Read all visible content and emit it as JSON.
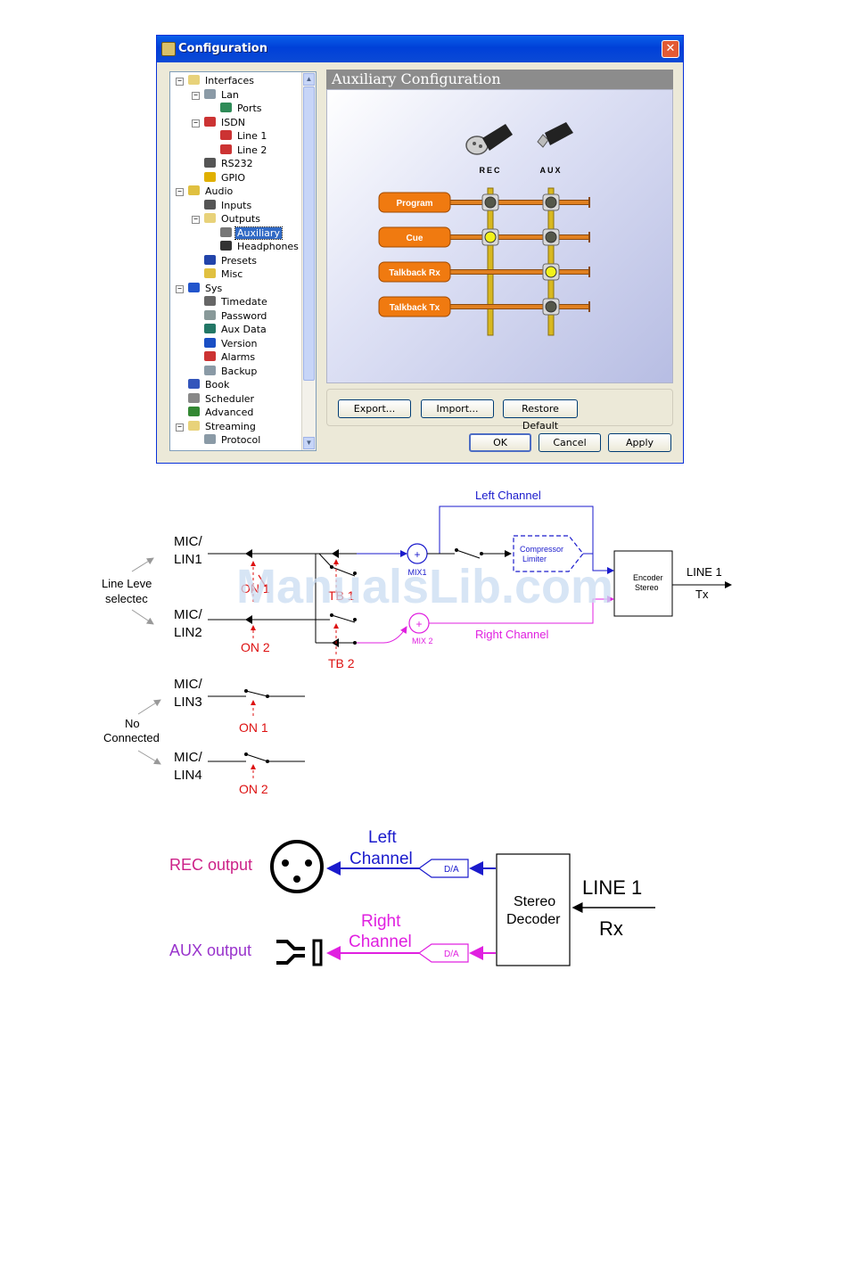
{
  "window": {
    "title": "Configuration",
    "close_label": "✕",
    "panel_title": "Auxiliary Configuration",
    "tree": [
      {
        "label": "Interfaces",
        "level": 0,
        "icon": "folder-icon",
        "color": "#e8d27a",
        "expander": "−"
      },
      {
        "label": "Lan",
        "level": 1,
        "icon": "network-icon",
        "color": "#8a9aa6",
        "expander": "−"
      },
      {
        "label": "Ports",
        "level": 2,
        "icon": "globe-icon",
        "color": "#2e8b57",
        "expander": ""
      },
      {
        "label": "ISDN",
        "level": 1,
        "icon": "isdn-icon",
        "color": "#cc3333",
        "expander": "−"
      },
      {
        "label": "Line 1",
        "level": 2,
        "icon": "line-icon",
        "color": "#cc3333",
        "expander": ""
      },
      {
        "label": "Line 2",
        "level": 2,
        "icon": "line-icon",
        "color": "#cc3333",
        "expander": ""
      },
      {
        "label": "RS232",
        "level": 1,
        "icon": "serial-icon",
        "color": "#555555",
        "expander": ""
      },
      {
        "label": "GPIO",
        "level": 1,
        "icon": "gpio-icon",
        "color": "#e0b000",
        "expander": ""
      },
      {
        "label": "Audio",
        "level": 0,
        "icon": "speaker-icon",
        "color": "#e0c040",
        "expander": "−"
      },
      {
        "label": "Inputs",
        "level": 1,
        "icon": "mic-icon",
        "color": "#555555",
        "expander": ""
      },
      {
        "label": "Outputs",
        "level": 1,
        "icon": "folder-icon",
        "color": "#e8d27a",
        "expander": "−"
      },
      {
        "label": "Auxiliary",
        "level": 2,
        "icon": "speaker-small-icon",
        "color": "#777777",
        "expander": "",
        "selected": true
      },
      {
        "label": "Headphones",
        "level": 2,
        "icon": "headphones-icon",
        "color": "#333333",
        "expander": ""
      },
      {
        "label": "Presets",
        "level": 1,
        "icon": "music-note-icon",
        "color": "#2244aa",
        "expander": ""
      },
      {
        "label": "Misc",
        "level": 1,
        "icon": "speaker-icon",
        "color": "#e0c040",
        "expander": ""
      },
      {
        "label": "Sys",
        "level": 0,
        "icon": "monitor-icon",
        "color": "#2255cc",
        "expander": "−"
      },
      {
        "label": "Timedate",
        "level": 1,
        "icon": "clock-icon",
        "color": "#666666",
        "expander": ""
      },
      {
        "label": "Password",
        "level": 1,
        "icon": "keys-icon",
        "color": "#889999",
        "expander": ""
      },
      {
        "label": "Aux Data",
        "level": 1,
        "icon": "data-icon",
        "color": "#227766",
        "expander": ""
      },
      {
        "label": "Version",
        "level": 1,
        "icon": "help-icon",
        "color": "#1a4fc4",
        "expander": ""
      },
      {
        "label": "Alarms",
        "level": 1,
        "icon": "alarm-icon",
        "color": "#cc3333",
        "expander": ""
      },
      {
        "label": "Backup",
        "level": 1,
        "icon": "network-icon",
        "color": "#8a9aa6",
        "expander": ""
      },
      {
        "label": "Book",
        "level": 0,
        "icon": "book-icon",
        "color": "#3355bb",
        "expander": ""
      },
      {
        "label": "Scheduler",
        "level": 0,
        "icon": "scheduler-icon",
        "color": "#888888",
        "expander": ""
      },
      {
        "label": "Advanced",
        "level": 0,
        "icon": "advanced-icon",
        "color": "#338833",
        "expander": ""
      },
      {
        "label": "Streaming",
        "level": 0,
        "icon": "folder-icon",
        "color": "#e8d27a",
        "expander": "−"
      },
      {
        "label": "Protocol",
        "level": 1,
        "icon": "network-icon",
        "color": "#8a9aa6",
        "expander": ""
      }
    ],
    "aux": {
      "rec_label": "REC",
      "aux_label": "AUX",
      "rows": [
        "Program",
        "Cue",
        "Talkback Rx",
        "Talkback Tx"
      ],
      "rec_states": [
        "off",
        "on",
        "none",
        "none"
      ],
      "aux_states": [
        "off",
        "off",
        "on",
        "off"
      ]
    },
    "buttons": {
      "export": "Export...",
      "import": "Import...",
      "restore": "Restore Default",
      "ok": "OK",
      "cancel": "Cancel",
      "apply": "Apply"
    }
  },
  "diagram1": {
    "left_channel": "Left Channel",
    "right_channel": "Right Channel",
    "mic1a": "MIC/",
    "mic1b": "LIN1",
    "mic2a": "MIC/",
    "mic2b": "LIN2",
    "mic3a": "MIC/",
    "mic3b": "LIN3",
    "mic4a": "MIC/",
    "mic4b": "LIN4",
    "line_level_a": "Line Leve",
    "line_level_b": "selectec",
    "no_connected_a": "No",
    "no_connected_b": "Connected",
    "on1_top": "ON 1",
    "on2_top": "ON 2",
    "tb1": "TB 1",
    "tb2": "TB 2",
    "on1_bottom": "ON 1",
    "on2_bottom": "ON 2",
    "mix1": "MIX1",
    "mix2": "MIX 2",
    "plus": "+",
    "compressor_a": "Compressor",
    "compressor_b": "Limiter",
    "encoder_a": "Encoder",
    "encoder_b": "Stereo",
    "line1": "LINE 1",
    "tx": "Tx"
  },
  "diagram2": {
    "rec_output": "REC output",
    "aux_output": "AUX output",
    "left_a": "Left",
    "left_b": "Channel",
    "right_a": "Right",
    "right_b": "Channel",
    "da_top": "D/A",
    "da_bottom": "D/A",
    "decoder_a": "Stereo",
    "decoder_b": "Decoder",
    "line1": "LINE 1",
    "rx": "Rx"
  },
  "watermark": "ManualsLib.com",
  "colors": {
    "left_channel": "#1a1acc",
    "right_channel": "#e020e0",
    "switch_red": "#dd1111",
    "rec_output": "#cc2288",
    "aux_output": "#9933cc",
    "orange_button": "#f07a10",
    "rail": "#d8b820"
  }
}
